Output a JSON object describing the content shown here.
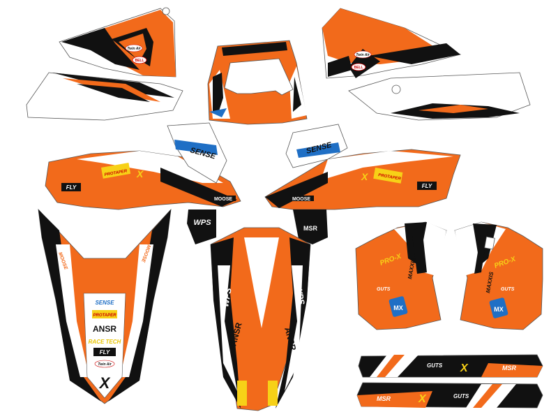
{
  "colors": {
    "orange": "#F26A1B",
    "black": "#111111",
    "white": "#FFFFFF",
    "blue": "#1F6FC5",
    "yellow": "#F7D117",
    "outline": "#555555"
  },
  "sponsors": {
    "twin_air": "Twin Air",
    "bell": "BELL",
    "wps": "WPS",
    "ansr": "ANSR",
    "msr": "MSR",
    "race_tech": "RACE TECH",
    "pro_taper": "PROTAPER",
    "fly": "FLY",
    "sense": "SENSE",
    "maxxis": "MAXXIS",
    "pro_x": "PRO-X",
    "guts": "GUTS",
    "mx": "MX",
    "x": "X",
    "moose": "MOOSE"
  }
}
